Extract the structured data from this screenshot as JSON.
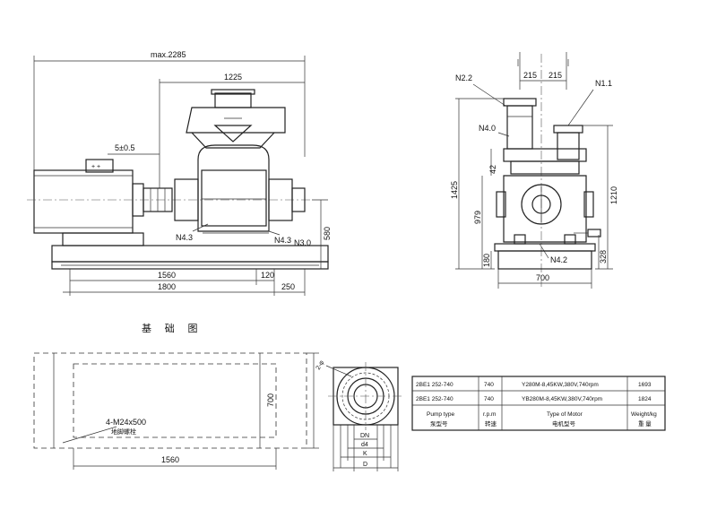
{
  "side_view": {
    "dim_max_length": "max.2285",
    "dim_1225": "1225",
    "dim_5_05": "5±0.5",
    "dim_580": "580",
    "dim_1560": "1560",
    "dim_120": "120",
    "dim_1800": "1800",
    "dim_250": "250",
    "label_n43_left": "N4.3",
    "label_n43_right": "N4.3",
    "label_n30": "N3.0",
    "motor_plate": "+ +"
  },
  "end_view": {
    "dim_215_left": "215",
    "dim_215_right": "215",
    "label_n22": "N2.2",
    "label_n11": "N1.1",
    "label_n40": "N4.0",
    "label_n42": "N4.2",
    "dim_42": "42",
    "dim_1425": "1425",
    "dim_979": "979",
    "dim_1210": "1210",
    "dim_328": "328",
    "dim_180": "180",
    "dim_700": "700"
  },
  "foundation": {
    "title": "基 础 图",
    "bolt_label": "4-M24x500",
    "bolt_label_cn": "地脚螺栓",
    "dim_700": "700",
    "dim_1560": "1560"
  },
  "flange": {
    "label_holes": "2-φ",
    "dim_dn": "DN",
    "dim_d4": "d4",
    "dim_k": "K",
    "dim_d": "D"
  },
  "spec_table": {
    "rows": [
      {
        "pump": "2BE1 252-740",
        "rpm": "740",
        "motor": "Y280M-8,45KW,380V,740rpm",
        "weight": "1693"
      },
      {
        "pump": "2BE1 252-740",
        "rpm": "740",
        "motor": "YB280M-8,45KW,380V,740rpm",
        "weight": "1824"
      }
    ],
    "headers": {
      "pump_en": "Pump type",
      "pump_cn": "泵型号",
      "rpm_en": "r.p.m",
      "rpm_cn": "转速",
      "motor_en": "Type of Motor",
      "motor_cn": "电机型号",
      "weight_en": "Weight/kg",
      "weight_cn": "重 量"
    }
  }
}
